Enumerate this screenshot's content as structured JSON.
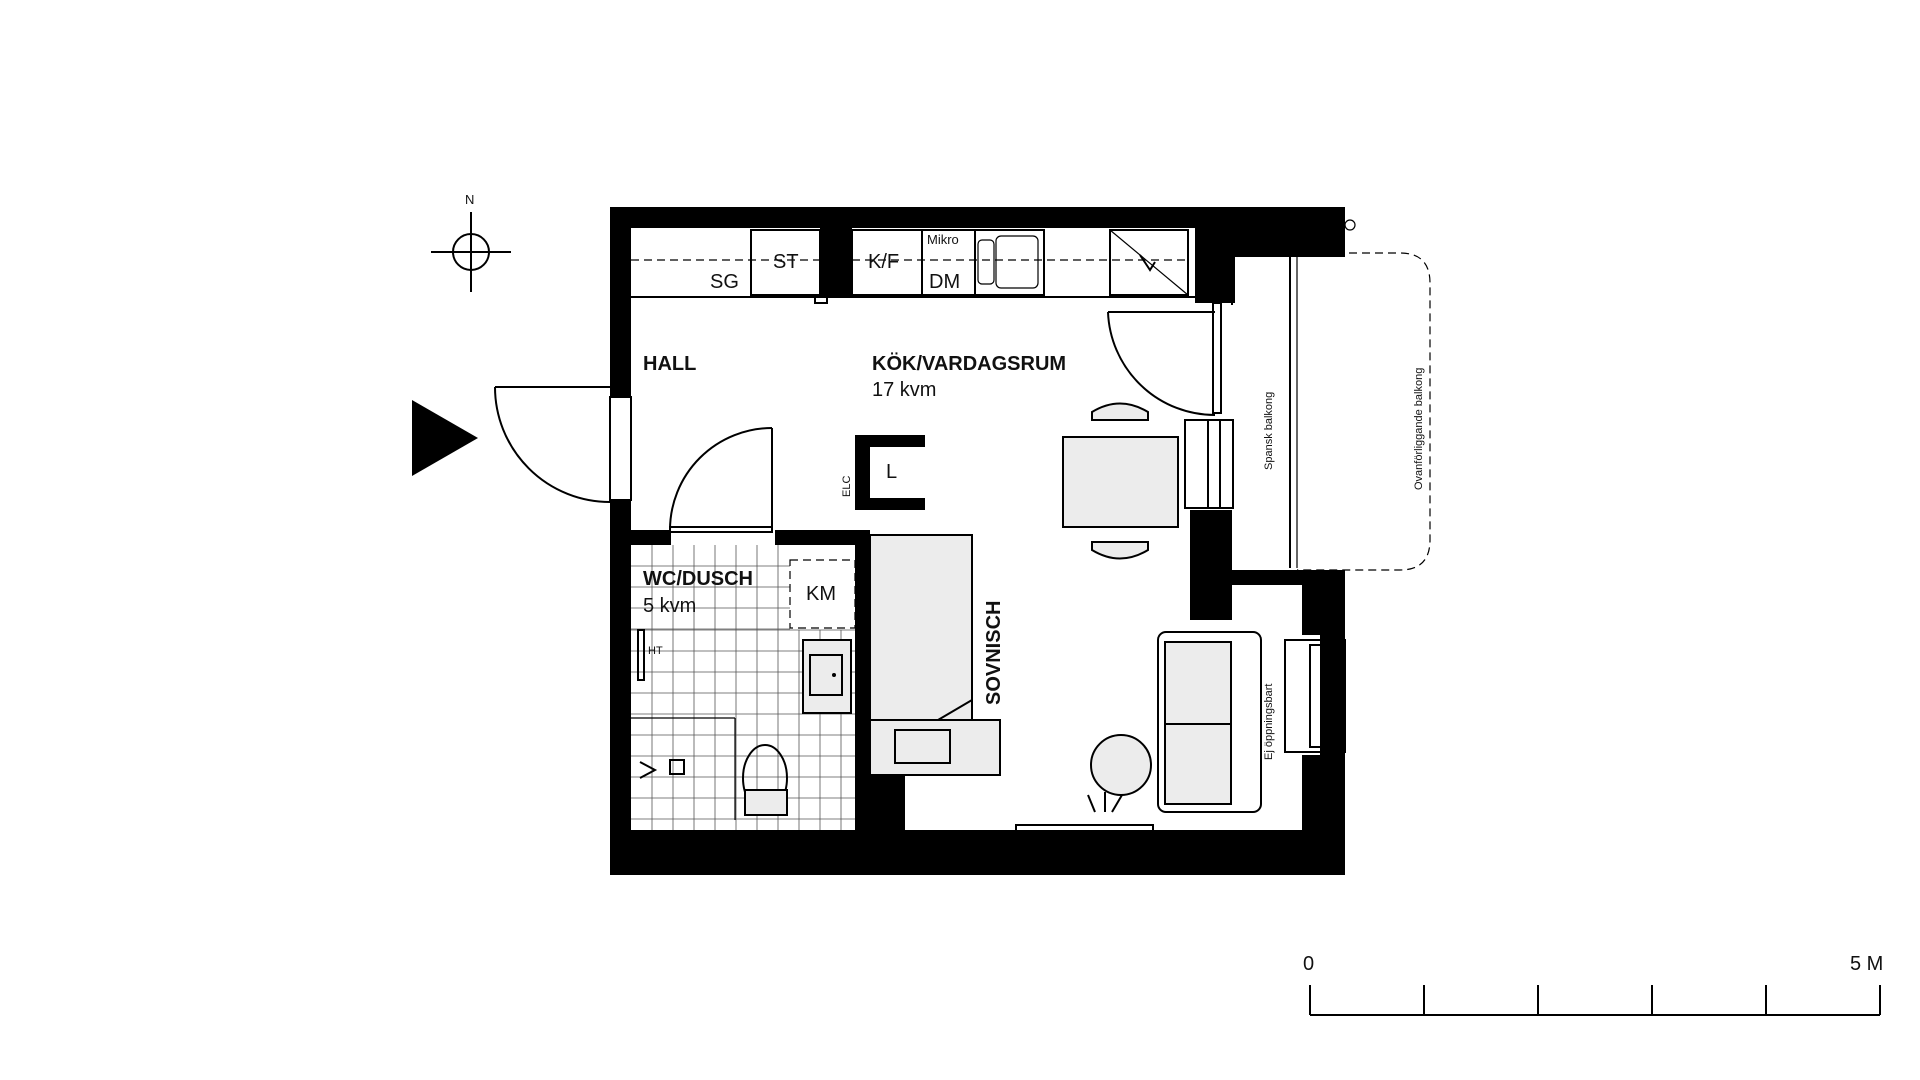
{
  "compass": {
    "north_label": "N"
  },
  "rooms": {
    "hall": {
      "name": "HALL"
    },
    "kitchen_living": {
      "name": "KÖK/VARDAGSRUM",
      "area": "17 kvm"
    },
    "bathroom": {
      "name": "WC/DUSCH",
      "area": "5 kvm"
    },
    "sleeping_niche": {
      "name": "SOVNISCH"
    }
  },
  "fixtures": {
    "wardrobe": "SG",
    "storage": "ST",
    "fridge_freezer": "K/F",
    "microwave": "Mikro",
    "dishwasher": "DM",
    "closet": "L",
    "electrical": "ELC",
    "washing_machine": "KM",
    "towel_heater": "HT"
  },
  "balconies": {
    "french_balcony": "Spansk balkong",
    "projecting_balcony": "Ovanförliggande balkong",
    "fixed_window": "Ej öppningsbart"
  },
  "scale_bar": {
    "start_label": "0",
    "end_label": "5 M"
  },
  "colors": {
    "wall": "#000000",
    "furniture": "#ececec",
    "background": "#ffffff"
  }
}
